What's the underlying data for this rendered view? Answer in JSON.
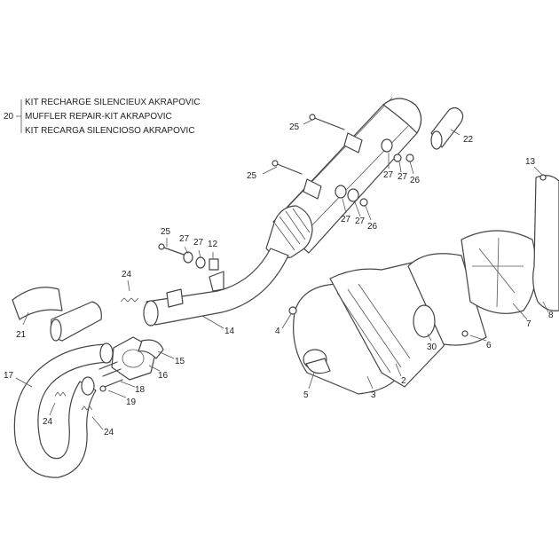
{
  "kit": {
    "number": "20",
    "lines": [
      "KIT RECHARGE SILENCIEUX AKRAPOVIC",
      "MUFFLER REPAIR-KIT AKRAPOVIC",
      "KIT RECARGA SILENCIOSO AKRAPOVIC"
    ]
  },
  "labels": [
    {
      "id": "l25a",
      "text": "25"
    },
    {
      "id": "l22",
      "text": "22"
    },
    {
      "id": "l27a",
      "text": "27"
    },
    {
      "id": "l27b",
      "text": "27"
    },
    {
      "id": "l26a",
      "text": "26"
    },
    {
      "id": "l25b",
      "text": "25"
    },
    {
      "id": "l13",
      "text": "13"
    },
    {
      "id": "l27c",
      "text": "27"
    },
    {
      "id": "l27d",
      "text": "27"
    },
    {
      "id": "l26b",
      "text": "26"
    },
    {
      "id": "l25c",
      "text": "25"
    },
    {
      "id": "l27e",
      "text": "27"
    },
    {
      "id": "l27f",
      "text": "27"
    },
    {
      "id": "l12",
      "text": "12"
    },
    {
      "id": "l24a",
      "text": "24"
    },
    {
      "id": "l21",
      "text": "21"
    },
    {
      "id": "l14",
      "text": "14"
    },
    {
      "id": "l4",
      "text": "4"
    },
    {
      "id": "l7",
      "text": "7"
    },
    {
      "id": "l8",
      "text": "8"
    },
    {
      "id": "l15",
      "text": "15"
    },
    {
      "id": "l30",
      "text": "30"
    },
    {
      "id": "l6",
      "text": "6"
    },
    {
      "id": "l17",
      "text": "17"
    },
    {
      "id": "l16",
      "text": "16"
    },
    {
      "id": "l2",
      "text": "2"
    },
    {
      "id": "l18",
      "text": "18"
    },
    {
      "id": "l5",
      "text": "5"
    },
    {
      "id": "l3",
      "text": "3"
    },
    {
      "id": "l19",
      "text": "19"
    },
    {
      "id": "l24b",
      "text": "24"
    },
    {
      "id": "l24c",
      "text": "24"
    }
  ]
}
